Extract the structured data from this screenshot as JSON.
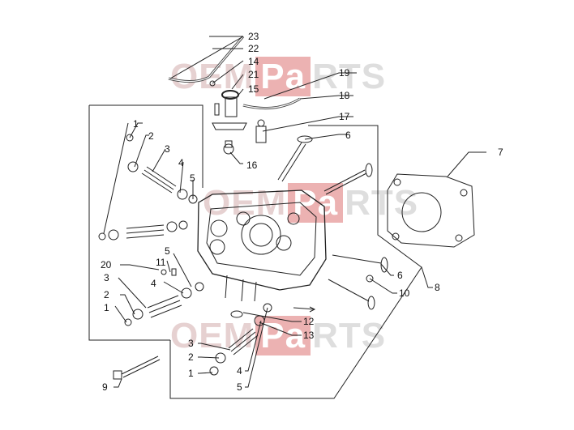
{
  "watermark": {
    "left": "OEM",
    "mid": "Pa",
    "right": "RTS"
  },
  "callouts": [
    "1",
    "2",
    "3",
    "4",
    "5",
    "6",
    "7",
    "8",
    "9",
    "10",
    "11",
    "12",
    "13",
    "14",
    "15",
    "16",
    "17",
    "18",
    "19",
    "20",
    "21",
    "22",
    "23"
  ],
  "labels": {
    "c23": "23",
    "c22": "22",
    "c14": "14",
    "c21": "21",
    "c15": "15",
    "c19": "19",
    "c18": "18",
    "c17": "17",
    "c6a": "6",
    "c16": "16",
    "c7": "7",
    "c1a": "1",
    "c2a": "2",
    "c3a": "3",
    "c4a": "4",
    "c5a": "5",
    "c5b": "5",
    "c11": "11",
    "c20": "20",
    "c3b": "3",
    "c4b": "4",
    "c2b": "2",
    "c1b": "1",
    "c6b": "6",
    "c10": "10",
    "c8": "8",
    "c12": "12",
    "c13": "13",
    "c3c": "3",
    "c2c": "2",
    "c1c": "1",
    "c4c": "4",
    "c5c": "5",
    "c9": "9"
  }
}
